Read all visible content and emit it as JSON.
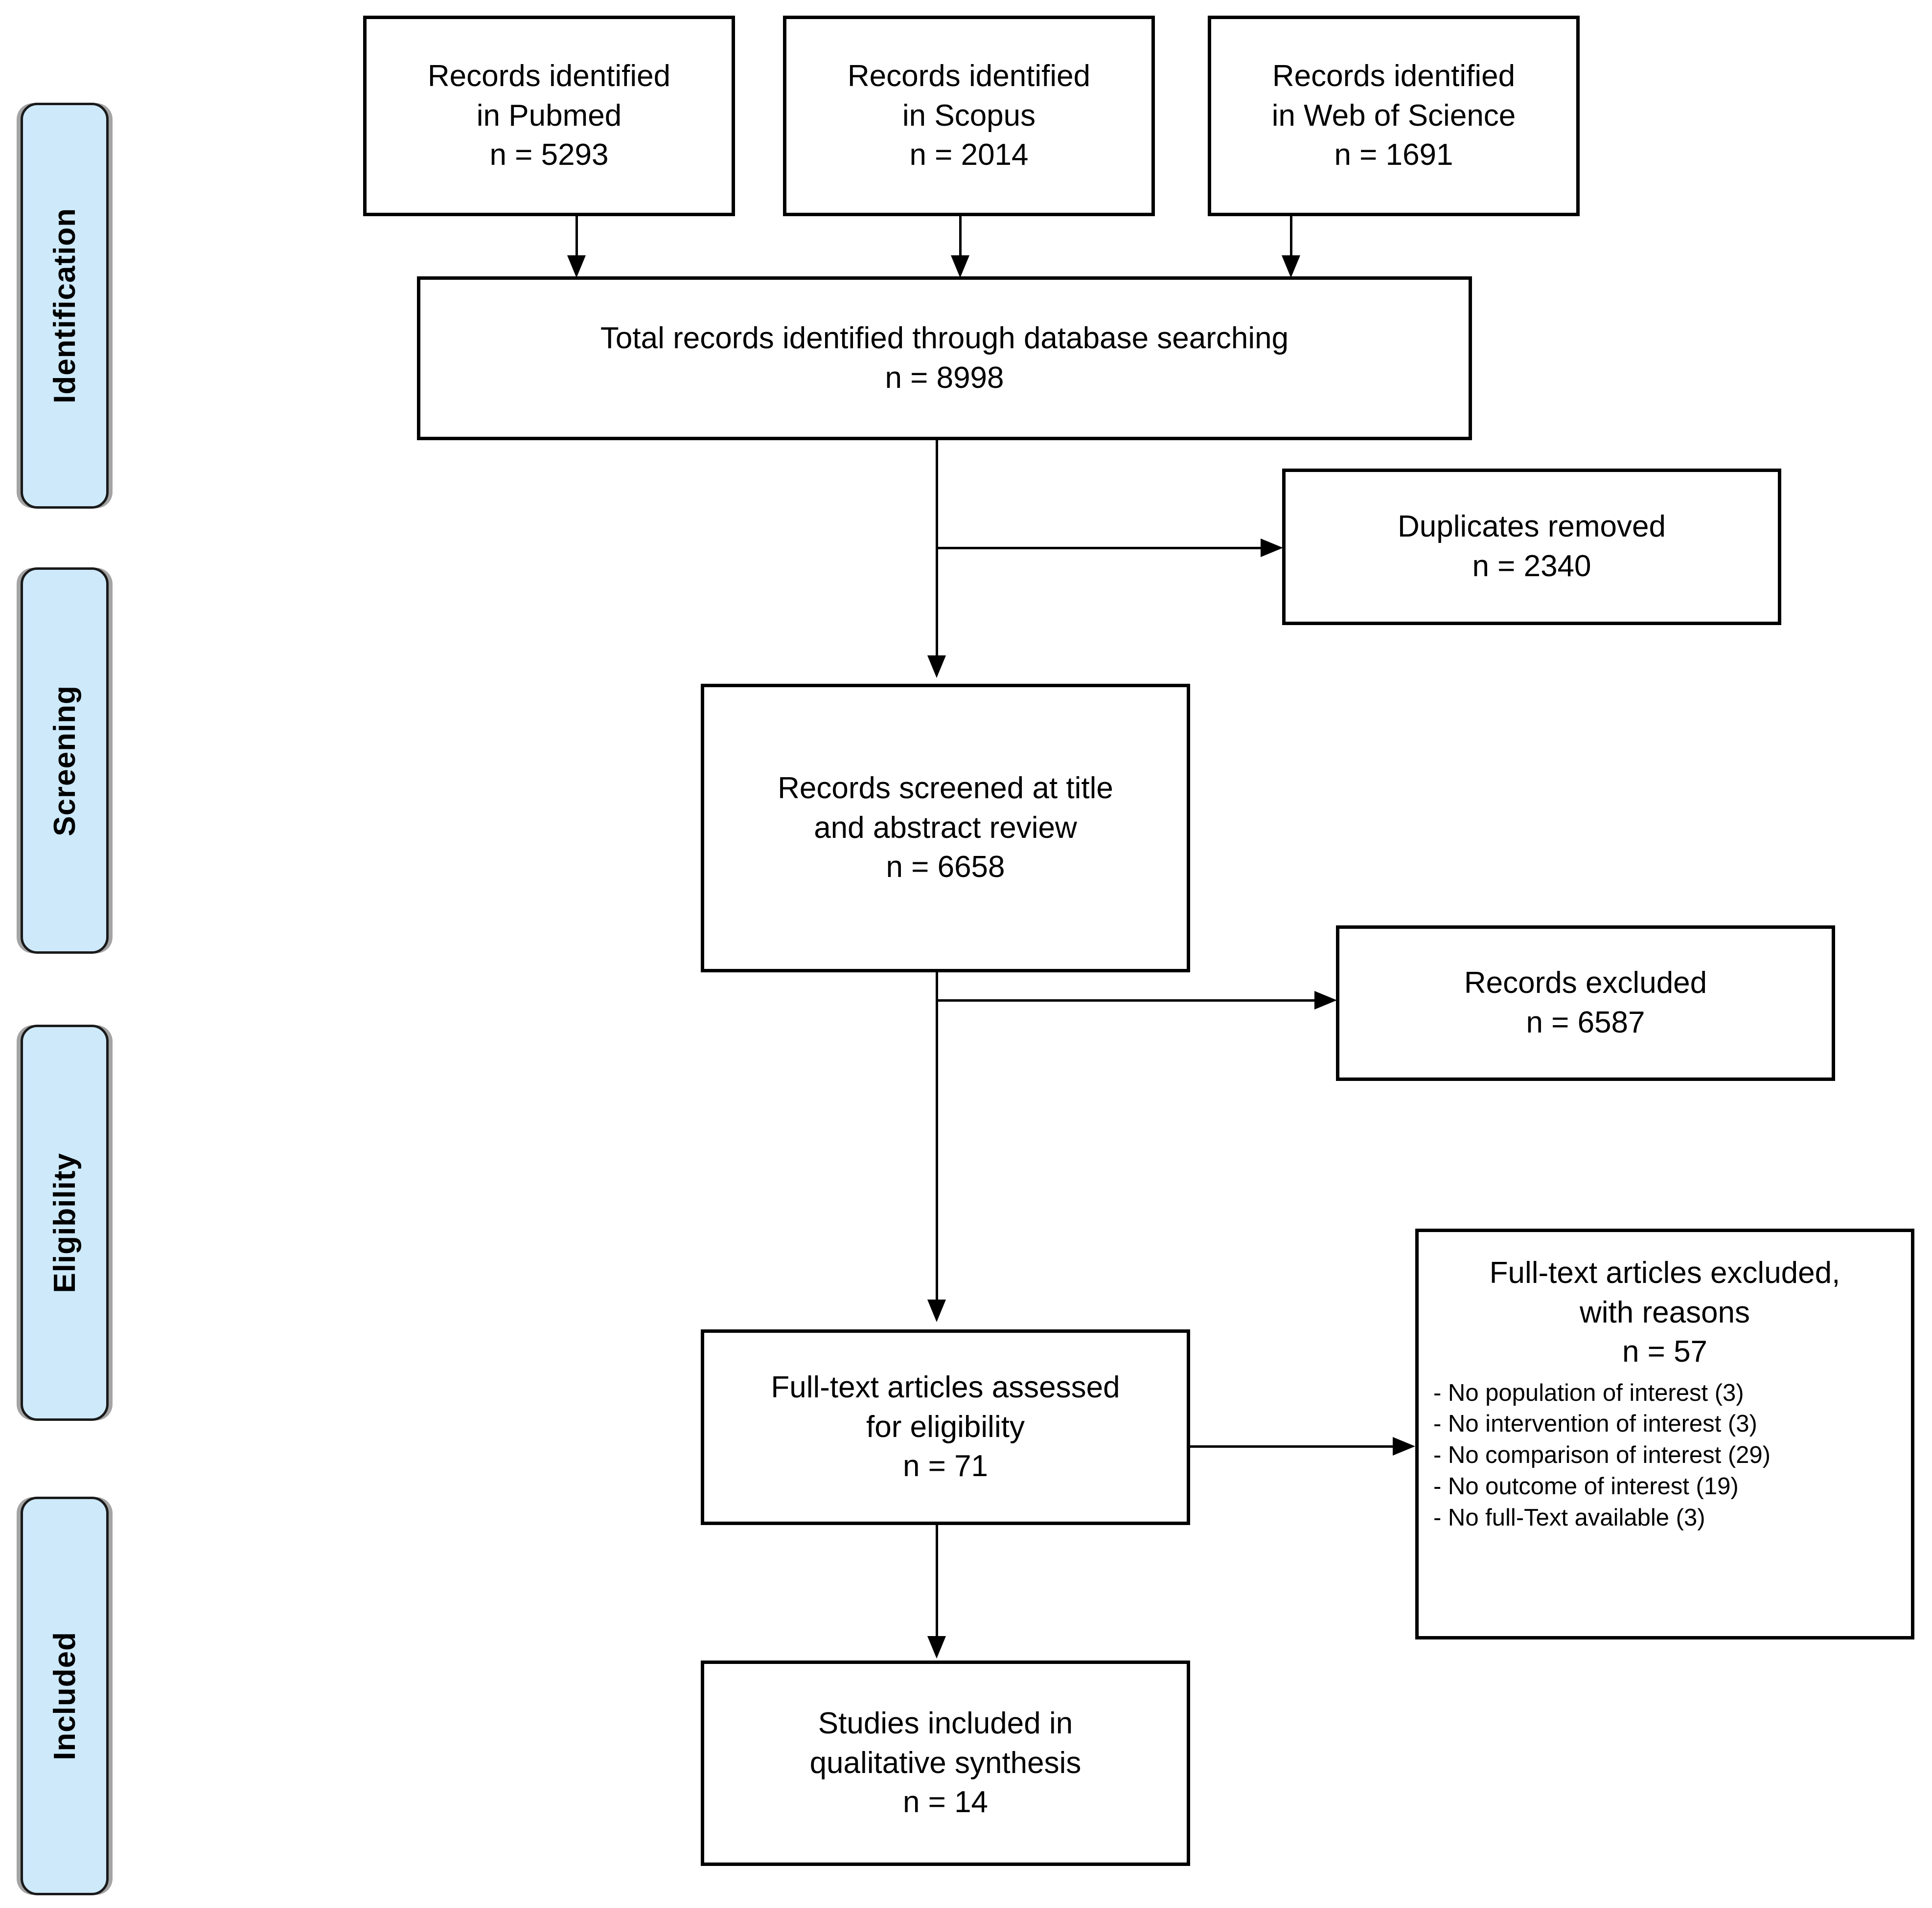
{
  "diagram": {
    "type": "PRISMA flow diagram",
    "stages": [
      {
        "label": "Identification"
      },
      {
        "label": "Screening"
      },
      {
        "label": "Eligibility"
      },
      {
        "label": "Included"
      }
    ],
    "boxes": {
      "pubmed": {
        "line1": "Records identified",
        "line2": "in Pubmed",
        "line3": "n = 5293",
        "count": 5293
      },
      "scopus": {
        "line1": "Records identified",
        "line2": "in Scopus",
        "line3": "n = 2014",
        "count": 2014
      },
      "wos": {
        "line1": "Records identified",
        "line2": "in Web of Science",
        "line3": "n = 1691",
        "count": 1691
      },
      "total": {
        "line1": "Total records identified through database searching",
        "line2": "n = 8998",
        "count": 8998
      },
      "duplicates": {
        "line1": "Duplicates removed",
        "line2": "n = 2340",
        "count": 2340
      },
      "screened": {
        "line1": "Records screened at title",
        "line2": "and abstract review",
        "line3": "n = 6658",
        "count": 6658
      },
      "records_excluded": {
        "line1": "Records excluded",
        "line2": "n = 6587",
        "count": 6587
      },
      "fulltext_assessed": {
        "line1": "Full-text articles assessed",
        "line2": "for eligibility",
        "line3": "n = 71",
        "count": 71
      },
      "fulltext_excluded": {
        "line1": "Full-text articles excluded,",
        "line2": "with reasons",
        "line3": "n = 57",
        "count": 57,
        "reasons": [
          {
            "text": "- No population of interest (3)",
            "n": 3
          },
          {
            "text": "- No intervention of interest (3)",
            "n": 3
          },
          {
            "text": "- No comparison of interest (29)",
            "n": 29
          },
          {
            "text": "- No outcome of interest (19)",
            "n": 19
          },
          {
            "text": "- No full-Text available (3)",
            "n": 3
          }
        ]
      },
      "included": {
        "line1": "Studies included in",
        "line2": "qualitative synthesis",
        "line3": "n = 14",
        "count": 14
      }
    },
    "colors": {
      "stage_fill": "#cde9fa",
      "stage_border": "#1a1a1a",
      "box_border": "#000000",
      "connector": "#000000",
      "background": "#ffffff"
    }
  }
}
